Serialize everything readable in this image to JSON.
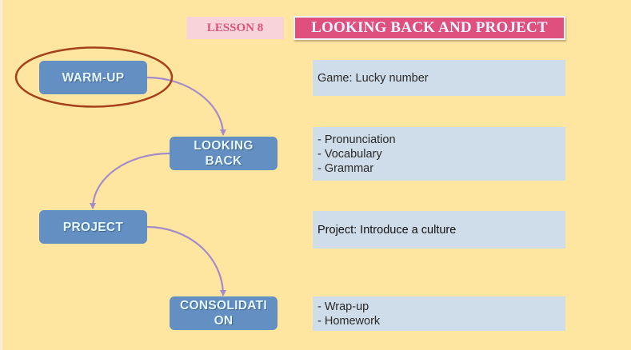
{
  "header": {
    "lesson_label": "LESSON 8",
    "title": "LOOKING BACK AND PROJECT"
  },
  "steps": [
    {
      "id": "warm-up",
      "label": "WARM-UP",
      "highlighted": true
    },
    {
      "id": "looking-back",
      "label": "LOOKING BACK",
      "highlighted": false
    },
    {
      "id": "project",
      "label": "PROJECT",
      "highlighted": false
    },
    {
      "id": "consolidation",
      "label": "CONSOLIDATION",
      "highlighted": false
    }
  ],
  "panels": [
    {
      "lines": [
        "Game: Lucky number"
      ]
    },
    {
      "lines": [
        "- Pronunciation",
        "- Vocabulary",
        "- Grammar"
      ]
    },
    {
      "lines": [
        "Project: Introduce a culture"
      ]
    },
    {
      "lines": [
        "- Wrap-up",
        "- Homework"
      ]
    }
  ],
  "colors": {
    "background": "#FFE6A0",
    "step_fill": "#648FC2",
    "step_text": "#E3F7FF",
    "panel_fill": "#CFDDEA",
    "title_fill": "#E0507E",
    "lesson_fill": "#F8D3DA",
    "lesson_text": "#D9547A",
    "arrow": "#A48CCB",
    "highlight_ellipse": "#A5401A"
  }
}
